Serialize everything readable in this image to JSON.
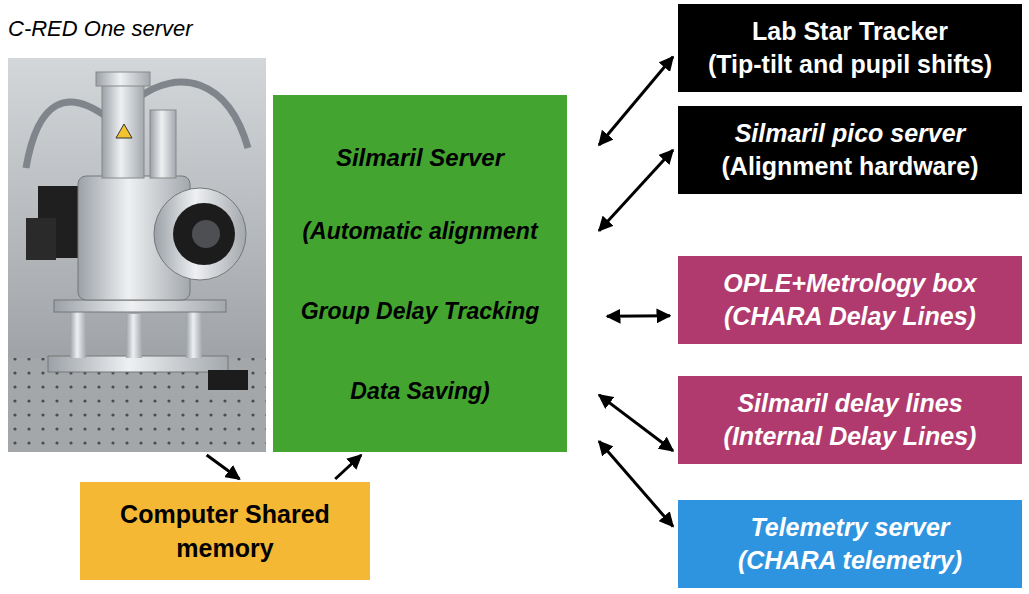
{
  "diagram": {
    "nodes": [
      {
        "text": [
          "C-RED One server"
        ]
      },
      {
        "text": [
          "Silmaril Server",
          "(Automatic alignment Group Delay Tracking Data Saving)"
        ]
      },
      {
        "text": [
          "Lab Star Tracker",
          "(Tip-tilt and pupil shifts)"
        ]
      },
      {
        "text": [
          "Silmaril pico server",
          "(Alignment hardware)"
        ]
      },
      {
        "text": [
          "OPLE+Metrology box",
          "(CHARA Delay Lines)"
        ]
      },
      {
        "text": [
          "Silmaril delay lines",
          "(Internal Delay Lines)"
        ]
      },
      {
        "text": [
          "Telemetry server",
          "(CHARA telemetry)"
        ]
      },
      {
        "text": [
          "Computer Shared memory"
        ]
      }
    ],
    "edges": [
      {
        "from": 0,
        "to": 7,
        "arrow": "to"
      },
      {
        "from": 7,
        "to": 1,
        "arrow": "to"
      },
      {
        "from": 1,
        "to": 2,
        "arrow": "both"
      },
      {
        "from": 1,
        "to": 3,
        "arrow": "both"
      },
      {
        "from": 1,
        "to": 4,
        "arrow": "both"
      },
      {
        "from": 1,
        "to": 5,
        "arrow": "both"
      },
      {
        "from": 1,
        "to": 6,
        "arrow": "both"
      }
    ]
  }
}
